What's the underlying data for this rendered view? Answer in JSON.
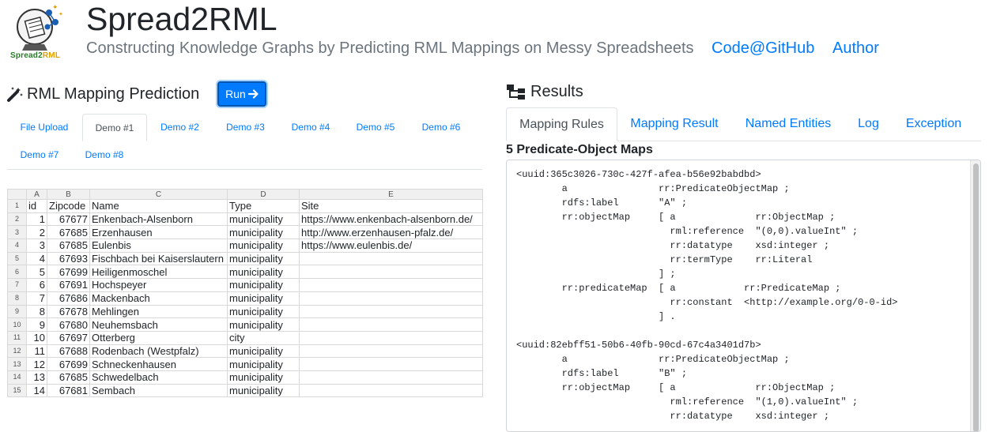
{
  "header": {
    "logo_text_a": "Spread2",
    "logo_text_b": "RML",
    "title": "Spread2RML",
    "subtitle": "Constructing Knowledge Graphs by Predicting RML Mappings on Messy Spreadsheets",
    "links": [
      "Code@GitHub",
      "Author"
    ]
  },
  "left_panel": {
    "title": "RML Mapping Prediction",
    "run_label": "Run",
    "icons": {
      "title": "magic-wand-icon",
      "run": "arrow-right-icon"
    },
    "tabs": [
      "File Upload",
      "Demo #1",
      "Demo #2",
      "Demo #3",
      "Demo #4",
      "Demo #5",
      "Demo #6",
      "Demo #7",
      "Demo #8"
    ],
    "active_tab": "Demo #1"
  },
  "sheet": {
    "col_letters": [
      "A",
      "B",
      "C",
      "D",
      "E"
    ],
    "rows": [
      [
        "1",
        "id",
        "Zipcode",
        "Name",
        "Type",
        "Site"
      ],
      [
        "2",
        "1",
        "67677",
        "Enkenbach-Alsenborn",
        "municipality",
        "https://www.enkenbach-alsenborn.de/"
      ],
      [
        "3",
        "2",
        "67685",
        "Erzenhausen",
        "municipality",
        "http://www.erzenhausen-pfalz.de/"
      ],
      [
        "4",
        "3",
        "67685",
        "Eulenbis",
        "municipality",
        "https://www.eulenbis.de/"
      ],
      [
        "5",
        "4",
        "67693",
        "Fischbach bei Kaiserslautern",
        "municipality",
        ""
      ],
      [
        "6",
        "5",
        "67699",
        "Heiligenmoschel",
        "municipality",
        ""
      ],
      [
        "7",
        "6",
        "67691",
        "Hochspeyer",
        "municipality",
        ""
      ],
      [
        "8",
        "7",
        "67686",
        "Mackenbach",
        "municipality",
        ""
      ],
      [
        "9",
        "8",
        "67678",
        "Mehlingen",
        "municipality",
        ""
      ],
      [
        "10",
        "9",
        "67680",
        "Neuhemsbach",
        "municipality",
        ""
      ],
      [
        "11",
        "10",
        "67697",
        "Otterberg",
        "city",
        ""
      ],
      [
        "12",
        "11",
        "67688",
        "Rodenbach (Westpfalz)",
        "municipality",
        ""
      ],
      [
        "13",
        "12",
        "67699",
        "Schneckenhausen",
        "municipality",
        ""
      ],
      [
        "14",
        "13",
        "67685",
        "Schwedelbach",
        "municipality",
        ""
      ],
      [
        "15",
        "14",
        "67681",
        "Sembach",
        "municipality",
        ""
      ]
    ]
  },
  "right_panel": {
    "title": "Results",
    "icons": {
      "title": "sitemap-icon"
    },
    "tabs": [
      "Mapping Rules",
      "Mapping Result",
      "Named Entities",
      "Log",
      "Exception"
    ],
    "active_tab": "Mapping Rules",
    "section_title": "5 Predicate-Object Maps",
    "code": "<uuid:365c3026-730c-427f-afea-b56e92babdbd>\n        a                rr:PredicateObjectMap ;\n        rdfs:label       \"A\" ;\n        rr:objectMap     [ a              rr:ObjectMap ;\n                           rml:reference  \"(0,0).valueInt\" ;\n                           rr:datatype    xsd:integer ;\n                           rr:termType    rr:Literal\n                         ] ;\n        rr:predicateMap  [ a            rr:PredicateMap ;\n                           rr:constant  <http://example.org/0-0-id>\n                         ] .\n\n<uuid:82ebff51-50b6-40fb-90cd-67c4a3401d7b>\n        a                rr:PredicateObjectMap ;\n        rdfs:label       \"B\" ;\n        rr:objectMap     [ a              rr:ObjectMap ;\n                           rml:reference  \"(1,0).valueInt\" ;\n                           rr:datatype    xsd:integer ;"
  }
}
